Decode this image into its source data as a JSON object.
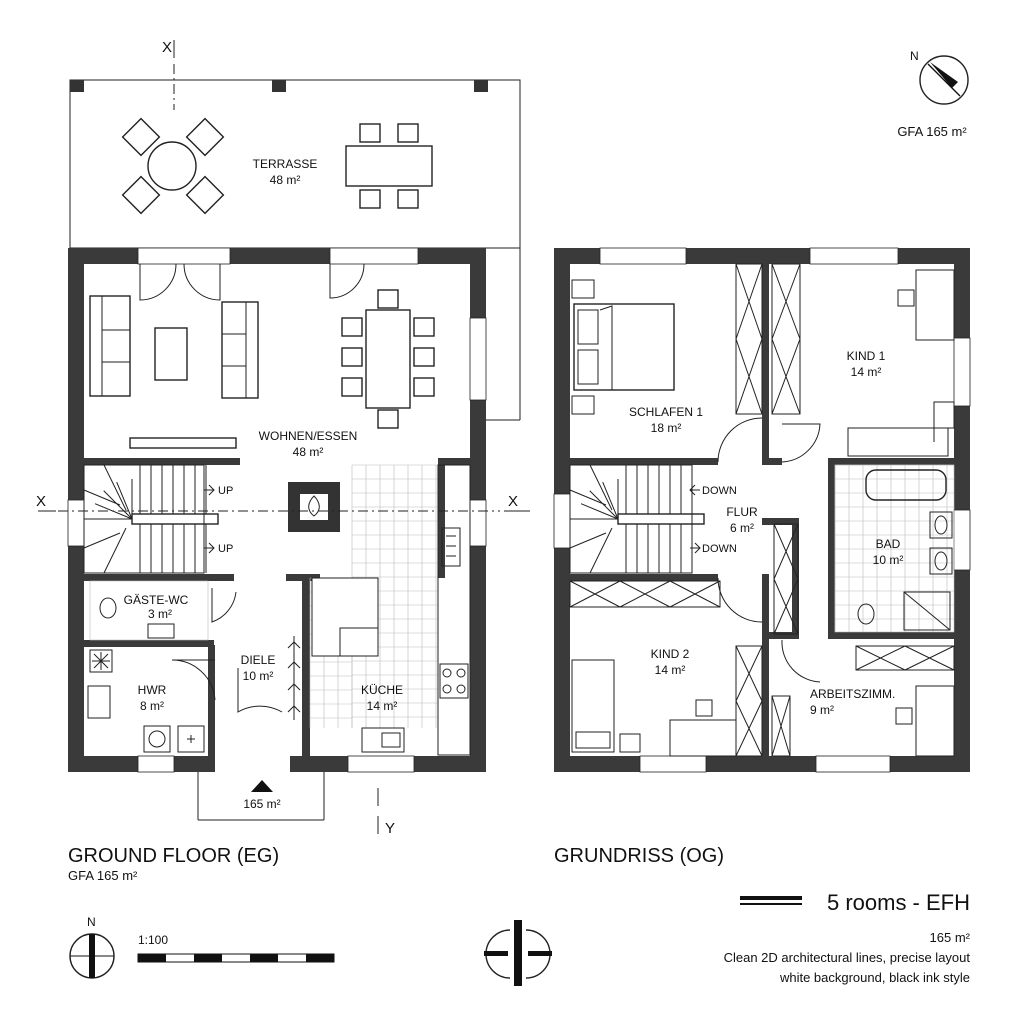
{
  "ground_floor": {
    "caption": "GROUND FLOOR (EG)",
    "gfa": "GFA 165 m²",
    "rooms": [
      {
        "name": "TERRASSE",
        "area": "48 m²"
      },
      {
        "name": "WOHNEN/ESSEN",
        "area": "48 m²"
      },
      {
        "name": "GÄSTE-WC",
        "area": "3 m²"
      },
      {
        "name": "HWR",
        "area": "8 m²"
      },
      {
        "name": "DIELE",
        "area": "10 m²"
      },
      {
        "name": "KÜCHE",
        "area": "14 m²"
      }
    ],
    "stair_up_label": "UP",
    "entrance_area": "165 m²"
  },
  "upper_floor": {
    "caption": "GRUNDRISS (OG)",
    "gfa": "GFA 165 m²",
    "rooms": [
      {
        "name": "SCHLAFEN 1",
        "area": "18 m²"
      },
      {
        "name": "KIND 1",
        "area": "14 m²"
      },
      {
        "name": "FLUR",
        "area": "6 m²"
      },
      {
        "name": "BAD",
        "area": "10 m²"
      },
      {
        "name": "KIND 2",
        "area": "14 m²"
      },
      {
        "name": "ARBEITSZIMM.",
        "area": "9 m²"
      }
    ],
    "stair_down_label": "DOWN"
  },
  "section_marks": {
    "x": "X",
    "y": "Y"
  },
  "north_label": "N",
  "scale_label": "1:100",
  "title_block": {
    "title": "5 rooms - EFH",
    "area": "165 m²",
    "notes": [
      "Clean 2D architectural lines, precise layout",
      "white background, black ink style"
    ]
  },
  "colors": {
    "ink": "#111111",
    "wall": "#3a3a3a",
    "tile": "#bbbbbb"
  }
}
